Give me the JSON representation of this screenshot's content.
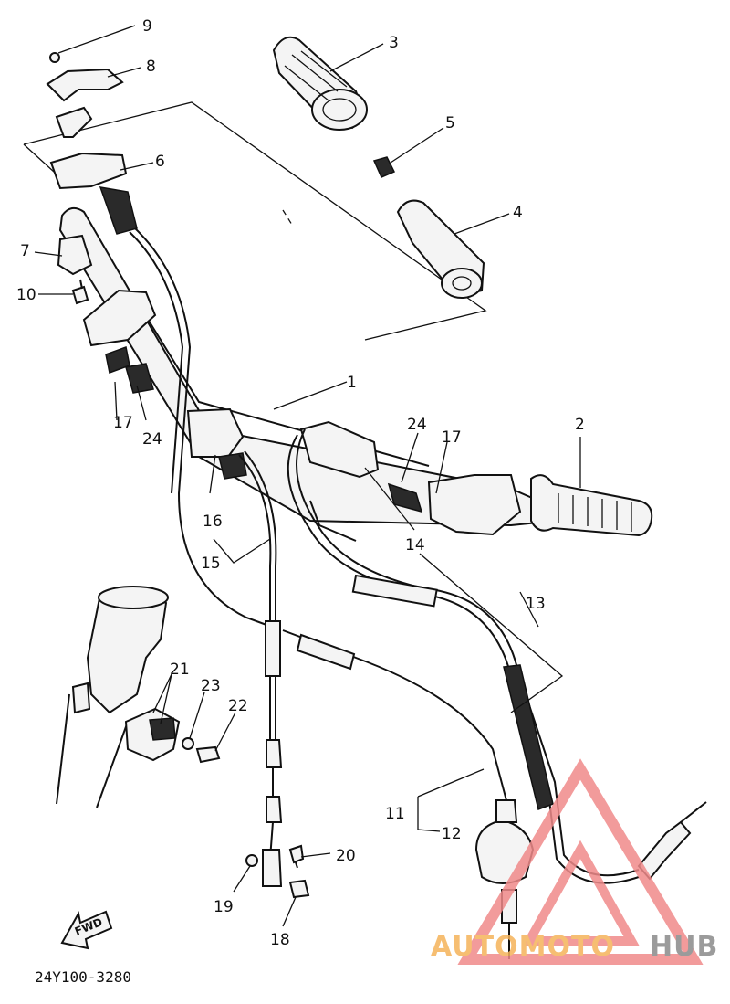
{
  "diagram": {
    "code": "24Y100-3280",
    "fwd_label": "FWD",
    "part_labels": [
      {
        "id": "p1",
        "text": "1"
      },
      {
        "id": "p2",
        "text": "2"
      },
      {
        "id": "p3",
        "text": "3"
      },
      {
        "id": "p4",
        "text": "4"
      },
      {
        "id": "p5",
        "text": "5"
      },
      {
        "id": "p6",
        "text": "6"
      },
      {
        "id": "p7",
        "text": "7"
      },
      {
        "id": "p8",
        "text": "8"
      },
      {
        "id": "p9",
        "text": "9"
      },
      {
        "id": "p10",
        "text": "10"
      },
      {
        "id": "p11",
        "text": "11"
      },
      {
        "id": "p12",
        "text": "12"
      },
      {
        "id": "p13",
        "text": "13"
      },
      {
        "id": "p14",
        "text": "14"
      },
      {
        "id": "p15",
        "text": "15"
      },
      {
        "id": "p16",
        "text": "16"
      },
      {
        "id": "p17a",
        "text": "17"
      },
      {
        "id": "p17b",
        "text": "17"
      },
      {
        "id": "p18",
        "text": "18"
      },
      {
        "id": "p19",
        "text": "19"
      },
      {
        "id": "p20",
        "text": "20"
      },
      {
        "id": "p21",
        "text": "21"
      },
      {
        "id": "p22",
        "text": "22"
      },
      {
        "id": "p23",
        "text": "23"
      },
      {
        "id": "p24a",
        "text": "24"
      },
      {
        "id": "p24b",
        "text": "24"
      }
    ]
  },
  "watermark": {
    "part1": "AUTOMOTO",
    "part2": "HUB",
    "color_primary": "#f08a8a",
    "color_accent": "#f5b35a",
    "color_secondary": "#8a8a8a"
  }
}
